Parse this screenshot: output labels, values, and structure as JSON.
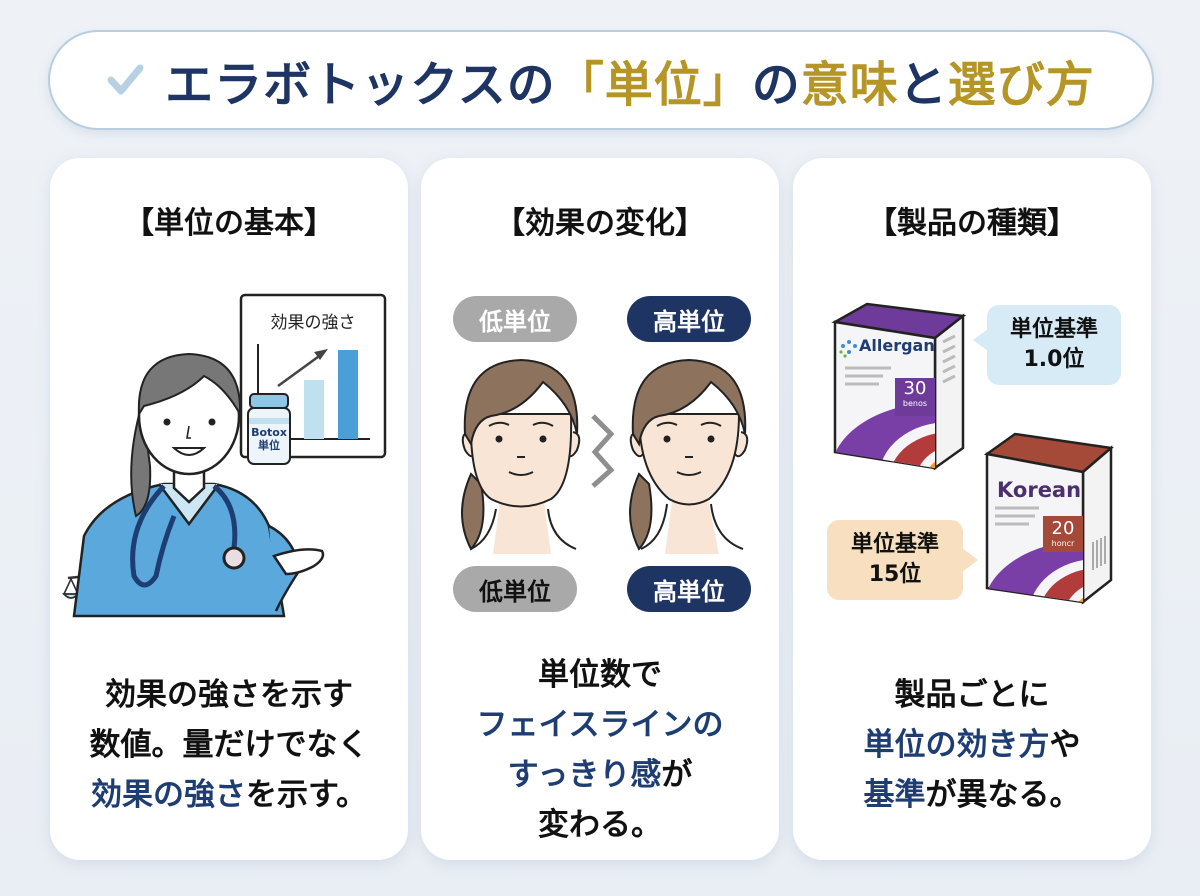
{
  "header": {
    "check_icon": "checkmark-icon",
    "title_part1": "エラボトックスの",
    "title_part2": "「単位」",
    "title_part3": "の",
    "title_part4": "意味",
    "title_part5": "と",
    "title_part6": "選び方",
    "colors": {
      "navy": "#1e3463",
      "gold": "#b59525",
      "check": "#b8d1e2"
    }
  },
  "cards": [
    {
      "heading": "【単位の基本】",
      "illustration": {
        "chart_label": "効果の強さ",
        "vial_label_line1": "Botox",
        "vial_label_line2": "単位",
        "icons": [
          "nurse-icon",
          "scale-icon",
          "stethoscope-icon",
          "vial-icon",
          "bar-chart-icon"
        ]
      },
      "text": {
        "line1": "効果の強さを示す",
        "line2": "数値。量だけでなく",
        "line3_highlight": "効果の強さ",
        "line3_rest": "を示す。"
      }
    },
    {
      "heading": "【効果の変化】",
      "illustration": {
        "top_left_pill": "低単位",
        "top_right_pill": "高単位",
        "bottom_left_pill": "低単位",
        "bottom_right_pill": "高単位",
        "icons": [
          "face-before-icon",
          "zigzag-arrow-icon",
          "face-after-icon"
        ]
      },
      "text": {
        "line1": "単位数で",
        "line2_highlight": "フェイスラインの",
        "line3_highlight": "すっきり感",
        "line3_rest": "が",
        "line4": "変わる。"
      }
    },
    {
      "heading": "【製品の種類】",
      "illustration": {
        "product1_brand": "Allergan",
        "product1_number": "30",
        "product1_sub": "benos",
        "product1_bubble_line1": "単位基準",
        "product1_bubble_line2": "1.0位",
        "product2_brand": "Korean",
        "product2_number": "20",
        "product2_sub": "honcr",
        "product2_bubble_line1": "単位基準",
        "product2_bubble_line2": "15位"
      },
      "text": {
        "line1": "製品ごとに",
        "line2_highlight": "単位の効き方",
        "line2_rest": "や",
        "line3_highlight": "基準",
        "line3_rest": "が異なる。"
      }
    }
  ]
}
